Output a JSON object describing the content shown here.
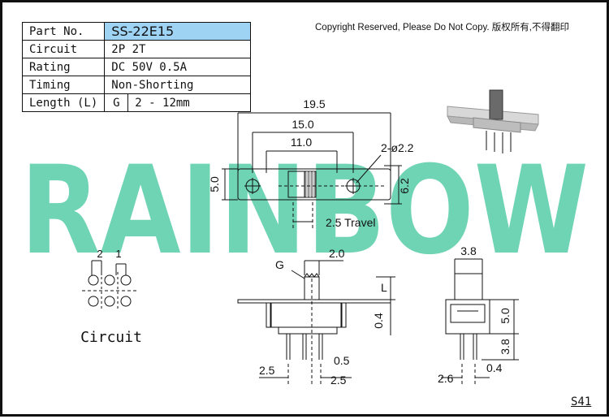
{
  "spec_table": {
    "rows": [
      {
        "label": "Part No.",
        "value": "SS-22E15"
      },
      {
        "label": "Circuit",
        "value": "2P 2T"
      },
      {
        "label": "Rating",
        "value": "DC 50V 0.5A"
      },
      {
        "label": "Timing",
        "value": "Non-Shorting"
      },
      {
        "label": "Length (L)",
        "value_prefix": "G",
        "value": "2 - 12mm"
      }
    ]
  },
  "copyright": "Copyright Reserved, Please Do Not Copy. 版权所有,不得翻印",
  "watermark": {
    "text": "RAINBOW",
    "color": "#6fd4b4"
  },
  "top_view": {
    "dims": {
      "overall_length": "19.5",
      "hole_pitch": "15.0",
      "body_length": "11.0",
      "hole_callout": "2-ø2.2",
      "body_height": "5.0",
      "plate_height": "6.2",
      "travel": "2.5 Travel"
    }
  },
  "circuit_diagram": {
    "title": "Circuit",
    "pole_labels": [
      "2",
      "1"
    ]
  },
  "front_view": {
    "dims": {
      "actuator_label": "G",
      "actuator_width": "2.0",
      "length_label": "L",
      "plate_thickness": "0.4",
      "pin_pitch": "2.5",
      "pin_width": "0.5",
      "pin_pitch_2": "2.5"
    }
  },
  "side_view": {
    "dims": {
      "actuator_width": "3.8",
      "body_height": "5.0",
      "pin_length": "3.8",
      "pin_spacing": "2.6",
      "pin_thickness": "0.4"
    }
  },
  "sheet_code": "S41",
  "colors": {
    "model_cell": "#9fd3f4",
    "watermark": "#6fd4b4",
    "line": "#111111"
  }
}
